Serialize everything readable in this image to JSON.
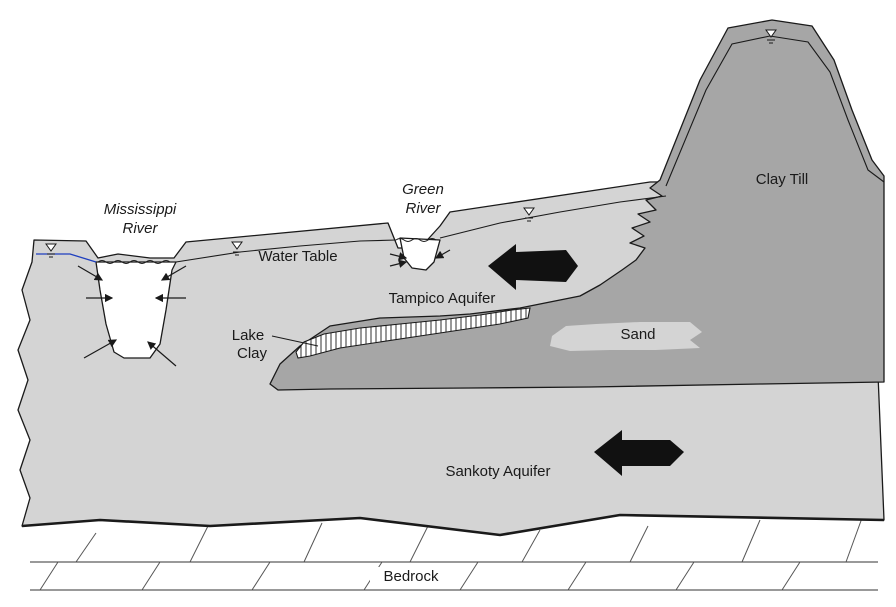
{
  "labels": {
    "mississippi_line1": "Mississippi",
    "mississippi_line2": "River",
    "green_line1": "Green",
    "green_line2": "River",
    "water_table": "Water Table",
    "tampico_aquifer": "Tampico Aquifer",
    "lake_clay_line1": "Lake",
    "lake_clay_line2": "Clay",
    "clay_till": "Clay Till",
    "sand": "Sand",
    "sankoty_aquifer": "Sankoty Aquifer",
    "bedrock": "Bedrock"
  },
  "colors": {
    "aquifer_fill": "#d4d4d4",
    "clay_till_fill": "#a6a6a6",
    "sand_fill": "#d4d4d4",
    "outline": "#1a1a1a",
    "river_water_line": "#1f3fbf",
    "arrow_fill": "#111111"
  },
  "icons": [
    "water-table-triangle-icon",
    "flow-arrow-icon"
  ]
}
